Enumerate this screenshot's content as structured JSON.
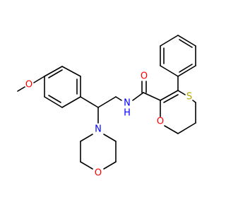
{
  "molecule": {
    "atoms": {
      "methoxy_oxygen": {
        "symbol": "O",
        "color": "#ff0000"
      },
      "carbonyl_oxygen": {
        "symbol": "O",
        "color": "#ff0000"
      },
      "amide_nitrogen": {
        "symbol": "N",
        "color": "#0000ff"
      },
      "amide_hydrogen": {
        "symbol": "H",
        "color": "#0000ff"
      },
      "morpholine_nitrogen": {
        "symbol": "N",
        "color": "#0000ff"
      },
      "morpholine_oxygen": {
        "symbol": "O",
        "color": "#ff0000"
      },
      "oxathiine_oxygen": {
        "symbol": "O",
        "color": "#ff0000"
      },
      "oxathiine_sulfur": {
        "symbol": "S",
        "color": "#b5a400"
      }
    }
  }
}
